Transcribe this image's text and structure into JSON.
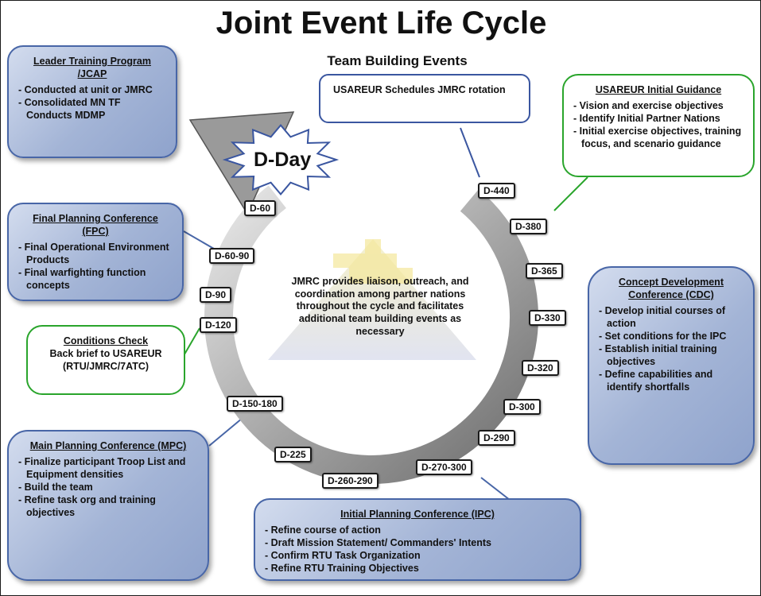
{
  "title": "Joint Event Life Cycle",
  "subtitle": "Team Building Events",
  "dday": "D-Day",
  "center_text": "JMRC provides liaison, outreach, and coordination among partner nations throughout the cycle  and facilitates additional team building events as necessary",
  "timeline": [
    "D-440",
    "D-380",
    "D-365",
    "D-330",
    "D-320",
    "D-300",
    "D-290",
    "D-270-300",
    "D-260-290",
    "D-225",
    "D-150-180",
    "D-120",
    "D-90",
    "D-60-90",
    "D-60"
  ],
  "boxes": {
    "leader": {
      "head": "Leader Training Program /JCAP",
      "items": [
        "Conducted at unit or JMRC",
        "Consolidated MN TF Conducts MDMP"
      ]
    },
    "schedules": {
      "text": "USAREUR Schedules JMRC rotation"
    },
    "guidance": {
      "head": "USAREUR Initial Guidance",
      "items": [
        "Vision and exercise objectives",
        "Identify Initial Partner Nations",
        "Initial exercise objectives, training focus, and scenario guidance"
      ]
    },
    "fpc": {
      "head": "Final Planning Conference (FPC)",
      "items": [
        "Final Operational Environment Products",
        "Final warfighting function concepts"
      ]
    },
    "conditions": {
      "head": "Conditions Check",
      "line1": "Back brief to USAREUR",
      "line2": "(RTU/JMRC/7ATC)"
    },
    "cdc": {
      "head": "Concept Development Conference (CDC)",
      "items": [
        "Develop initial courses of action",
        "Set conditions for the IPC",
        "Establish initial training objectives",
        "Define capabilities and identify shortfalls"
      ]
    },
    "mpc": {
      "head": "Main Planning Conference (MPC)",
      "items": [
        "Finalize participant Troop List and Equipment densities",
        "Build the team",
        "Refine task org and training objectives"
      ]
    },
    "ipc": {
      "head": "Initial Planning Conference (IPC)",
      "items": [
        "Refine course of action",
        "Draft Mission Statement/ Commanders' Intents",
        "Confirm RTU Task Organization",
        "Refine RTU Training Objectives"
      ]
    }
  },
  "colors": {
    "box_fill": "#a3b4d6",
    "box_border": "#4866a7",
    "green_border": "#2aa52c",
    "ring": "#9a9a9a"
  }
}
